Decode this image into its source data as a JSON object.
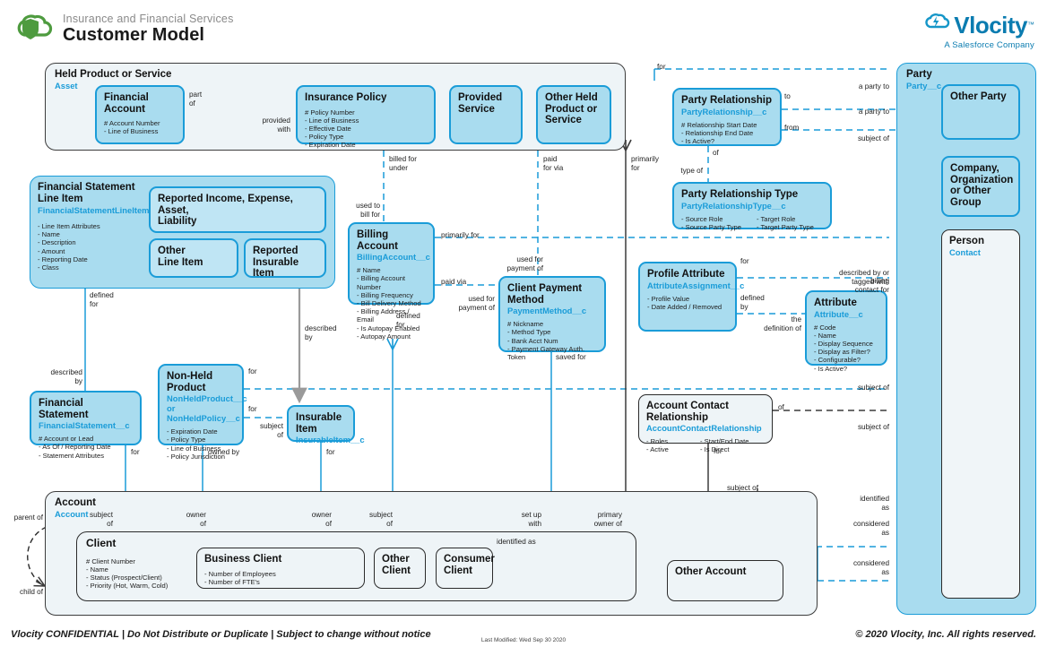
{
  "header": {
    "subtitle": "Insurance and Financial Services",
    "title": "Customer Model",
    "logo_icon": "vlocity-cloud-shield-icon",
    "brand_name": "Vlocity",
    "brand_tagline": "A Salesforce Company",
    "brand_color": "#0b7cb0"
  },
  "footer": {
    "left": "Vlocity CONFIDENTIAL | Do Not Distribute or Duplicate | Subject to change without notice",
    "center": "Last Modified: Wed Sep 30 2020",
    "right": "© 2020 Vlocity, Inc. All rights reserved."
  },
  "colors": {
    "entity_blue_fill": "#a9dcef",
    "entity_blue_border": "#1a9cd8",
    "container_grey_fill": "#eef4f7",
    "container_border_dark": "#3c3c3c",
    "api_label": "#1a9cd8",
    "wire_blue": "#1a9cd8",
    "wire_dark": "#3c3c3c"
  },
  "containers": {
    "held_product": {
      "title": "Held Product or Service",
      "api": "Asset"
    },
    "party": {
      "title": "Party",
      "api": "Party__c"
    },
    "account": {
      "title": "Account",
      "api": "Account"
    },
    "fsli": {
      "title": "Financial Statement\nLine Item",
      "title_l1": "Financial Statement",
      "title_l2": "Line Item",
      "api": "FinancialStatementLineItem__c",
      "attrs": [
        "- Line Item Attributes",
        "- Name",
        "- Description",
        "- Amount",
        "- Reporting Date",
        "- Class"
      ]
    }
  },
  "entities": {
    "financial_account": {
      "title": "Financial Account",
      "api": "",
      "attrs": [
        "# Account Number",
        "- Line of Business"
      ]
    },
    "insurance_policy": {
      "title": "Insurance Policy",
      "api": "",
      "attrs_col1": [
        "# Policy Number",
        "- Line of Business",
        "- Effective Date"
      ],
      "attrs_col2": [
        "- Policy Type",
        "- Expiration Date"
      ]
    },
    "provided_service": {
      "title_l1": "Provided",
      "title_l2": "Service"
    },
    "other_held": {
      "title_l1": "Other Held",
      "title_l2": "Product or",
      "title_l3": "Service"
    },
    "reported_income": {
      "title_l1": "Reported Income, Expense, Asset,",
      "title_l2": "Liability"
    },
    "other_line_item": {
      "title_l1": "Other",
      "title_l2": "Line Item"
    },
    "reported_insurable": {
      "title_l1": "Reported",
      "title_l2": "Insurable Item"
    },
    "billing_account": {
      "title": "Billing Account",
      "api": "BillingAccount__c",
      "attrs": [
        "# Name",
        "- Billing Account Number",
        "- Billing Frequency",
        "- Bill Delivery Method",
        "- Billing Address / Email",
        "- Is Autopay Enabled",
        "- Autopay Amount"
      ]
    },
    "client_payment_method": {
      "title_l1": "Client Payment",
      "title_l2": "Method",
      "api": "PaymentMethod__c",
      "attrs": [
        "# Nickname",
        "- Method Type",
        "- Bank Acct Num",
        "- Payment Gateway Auth. Token"
      ]
    },
    "party_relationship": {
      "title": "Party Relationship",
      "api": "PartyRelationship__c",
      "attrs": [
        "# Relationship Start Date",
        "- Relationship End Date",
        "- Is Active?"
      ]
    },
    "party_relationship_type": {
      "title": "Party Relationship Type",
      "api": "PartyRelationshipType__c",
      "attrs_col1": [
        "- Source Role",
        "- Source Party Type"
      ],
      "attrs_col2": [
        "- Target Role",
        "- Target Party Type"
      ]
    },
    "profile_attribute": {
      "title": "Profile Attribute",
      "api": "AttributeAssignment__c",
      "attrs": [
        "- Profile Value",
        "- Date Added / Removed"
      ]
    },
    "attribute": {
      "title": "Attribute",
      "api": "Attribute__c",
      "attrs": [
        "# Code",
        "- Name",
        "- Display Sequence",
        "- Display as Filter?",
        "- Configurable?",
        "- Is Active?"
      ]
    },
    "other_party": {
      "title": "Other Party"
    },
    "company_org": {
      "title_l1": "Company,",
      "title_l2": "Organization",
      "title_l3": "or Other",
      "title_l4": "Group"
    },
    "person": {
      "title": "Person",
      "api": "Contact"
    },
    "financial_statement": {
      "title": "Financial Statement",
      "api": "FinancialStatement__c",
      "attrs": [
        "# Account or Lead",
        "- As Of / Reporting Date",
        "- Statement Attributes"
      ]
    },
    "non_held_product": {
      "title": "Non-Held Product",
      "api_l1": "NonHeldProduct__c",
      "api_l2": "or NonHeldPolicy__c",
      "attrs": [
        "- Expiration Date",
        "- Policy Type",
        "- Line of Business",
        "- Policy Jurisdiction"
      ]
    },
    "insurable_item": {
      "title": "Insurable Item",
      "api": "InsurableItem__c"
    },
    "account_contact_relationship": {
      "title": "Account Contact Relationship",
      "api": "AccountContactRelationship",
      "attrs_col1": [
        "- Roles",
        "- Active"
      ],
      "attrs_col2": [
        "- Start/End Date",
        "- Is Direct"
      ]
    },
    "client": {
      "title": "Client",
      "attrs": [
        "# Client Number",
        "- Name",
        "- Status (Prospect/Client)",
        "- Priority (Hot, Warm, Cold)"
      ]
    },
    "business_client": {
      "title": "Business Client",
      "attrs": [
        "- Number of Employees",
        "- Number of FTE's"
      ]
    },
    "other_client": {
      "title_l1": "Other",
      "title_l2": "Client"
    },
    "consumer_client": {
      "title_l1": "Consumer",
      "title_l2": "Client"
    },
    "other_account": {
      "title": "Other Account"
    }
  },
  "relationship_labels": {
    "part_of": "part\nof",
    "provided_with": "provided\nwith",
    "for_top": "for",
    "to": "to",
    "from": "from",
    "a_party_to_1": "a party to",
    "a_party_to_2": "a party to",
    "subject_of_top": "subject of",
    "of_prt": "of",
    "type_of": "type of",
    "billed_for_under": "billed for\nunder",
    "paid_for_via": "paid\nfor via",
    "primarily_for_top": "primarily\nfor",
    "used_to_bill_for": "used to\nbill for",
    "primarily_for_ba": "primarily for",
    "used_for_payment_of_1": "used for\npayment of",
    "paid_via": "paid via",
    "used_for_payment_of_2": "used for\npayment of",
    "defined_for_ba": "defined\nfor",
    "saved_for": "saved for",
    "for_pa": "for",
    "described_by_or_tagged_with": "described by or\ntagged with",
    "defined_by": "defined\nby",
    "the_definition_of": "the\ndefinition of",
    "billing_contact_for": "billing\ncontact for",
    "defined_for_fsli": "defined\nfor",
    "described_by_fs": "described\nby",
    "described_by_ii": "described\nby",
    "for_nhp": "for",
    "for_nhp2": "for",
    "subject_of_ii": "subject\nof",
    "for_fs": "for",
    "owned_by": "owned by",
    "for_ii": "for",
    "of_acr": "of",
    "for_acr": "for",
    "subject_of_right1": "subject of",
    "subject_of_right2": "subject of",
    "subject_of_acct1": "subject\nof",
    "owner_of_1": "owner\nof",
    "owner_of_2": "owner\nof",
    "subject_of_acct2": "subject\nof",
    "set_up_with": "set up\nwith",
    "primary_owner_of": "primary\nowner of",
    "subject_of_bottom": "subject of",
    "identified_as_top": "identified\nas",
    "identified_as_client": "identified as",
    "considered_as_1": "considered\nas",
    "considered_as_2": "considered\nas",
    "parent_of": "parent of",
    "child_of": "child of"
  }
}
